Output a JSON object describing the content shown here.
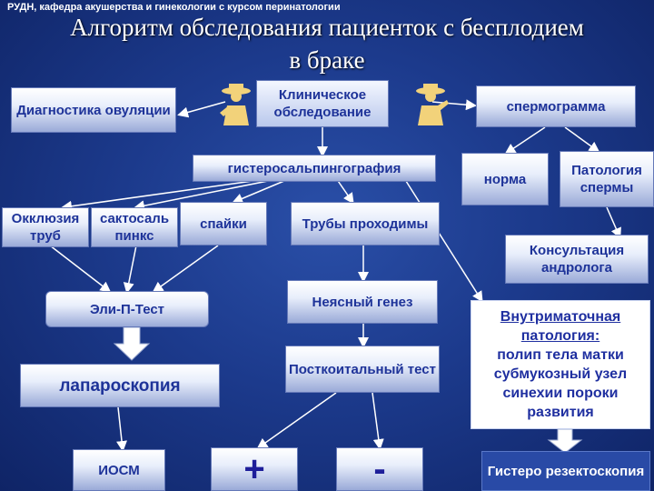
{
  "header": {
    "dept": "РУДН, кафедра акушерства и гинекологии с курсом перинатологии",
    "title_line1": "Алгоритм обследования пациенток с бесплодием",
    "title_line2": "в браке"
  },
  "nodes": {
    "clinical": "Клиническое обследование",
    "ovulation": "Диагностика овуляции",
    "spermogram": "спермограмма",
    "hsg": "гистеросальпингография",
    "norma": "норма",
    "sperm_pathology": "Патология спермы",
    "occlusion": "Окклюзия труб",
    "sactosalpinx": "сактосаль пинкс",
    "adhesions": "спайки",
    "tubes_patent": "Трубы проходимы",
    "andrologist": "Консультация андролога",
    "eli_p_test": "Эли-П-Тест",
    "unclear": "Неясный генез",
    "intrauterine": "Внутриматочная патология:",
    "intrauterine_items": "полип тела матки субмукозный узел синехии пороки развития",
    "laparoscopy": "лапароскопия",
    "postcoital": "Посткоитальный тест",
    "iosm": "ИОСМ",
    "plus": "+",
    "minus": "-",
    "hysteroresect": "Гистеро резектоскопия"
  },
  "colors": {
    "background": "#1c3a8c",
    "box_text": "#1e3399",
    "arrow": "#ffffff",
    "highlight_text": "#1f2fa0"
  }
}
